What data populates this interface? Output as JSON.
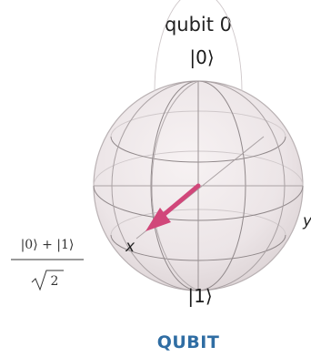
{
  "title": "qubit 0",
  "poles": {
    "top": "|0⟩",
    "bottom": "|1⟩"
  },
  "axes": {
    "x": "x",
    "y": "y"
  },
  "state": {
    "numerator": "|0⟩ + |1⟩",
    "denominator": "2"
  },
  "caption": "QUBIT",
  "colors": {
    "vector": "#d1477a",
    "caption": "#2f6da3"
  }
}
